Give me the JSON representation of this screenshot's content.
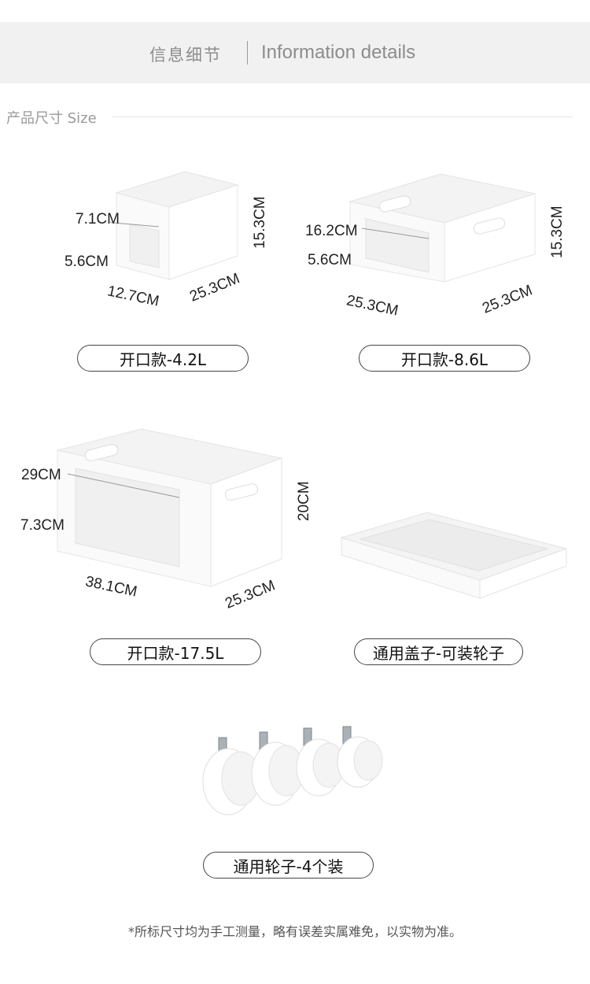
{
  "header": {
    "title_cn": "信息细节",
    "title_en": "Information details"
  },
  "section": {
    "title": "产品尺寸 Size"
  },
  "products": [
    {
      "label": "开口款-4.2L",
      "dims": {
        "opening": "7.1CM",
        "front": "5.6CM",
        "height": "15.3CM",
        "width": "12.7CM",
        "depth": "25.3CM"
      }
    },
    {
      "label": "开口款-8.6L",
      "dims": {
        "opening": "16.2CM",
        "front": "5.6CM",
        "height": "15.3CM",
        "width": "25.3CM",
        "depth": "25.3CM"
      }
    },
    {
      "label": "开口款-17.5L",
      "dims": {
        "opening": "29CM",
        "front": "7.3CM",
        "height": "20CM",
        "width": "38.1CM",
        "depth": "25.3CM"
      }
    },
    {
      "label": "通用盖子-可装轮子"
    },
    {
      "label": "通用轮子-4个装"
    }
  ],
  "footnote": "*所标尺寸均为手工测量，略有误差实属难免，以实物为准。"
}
